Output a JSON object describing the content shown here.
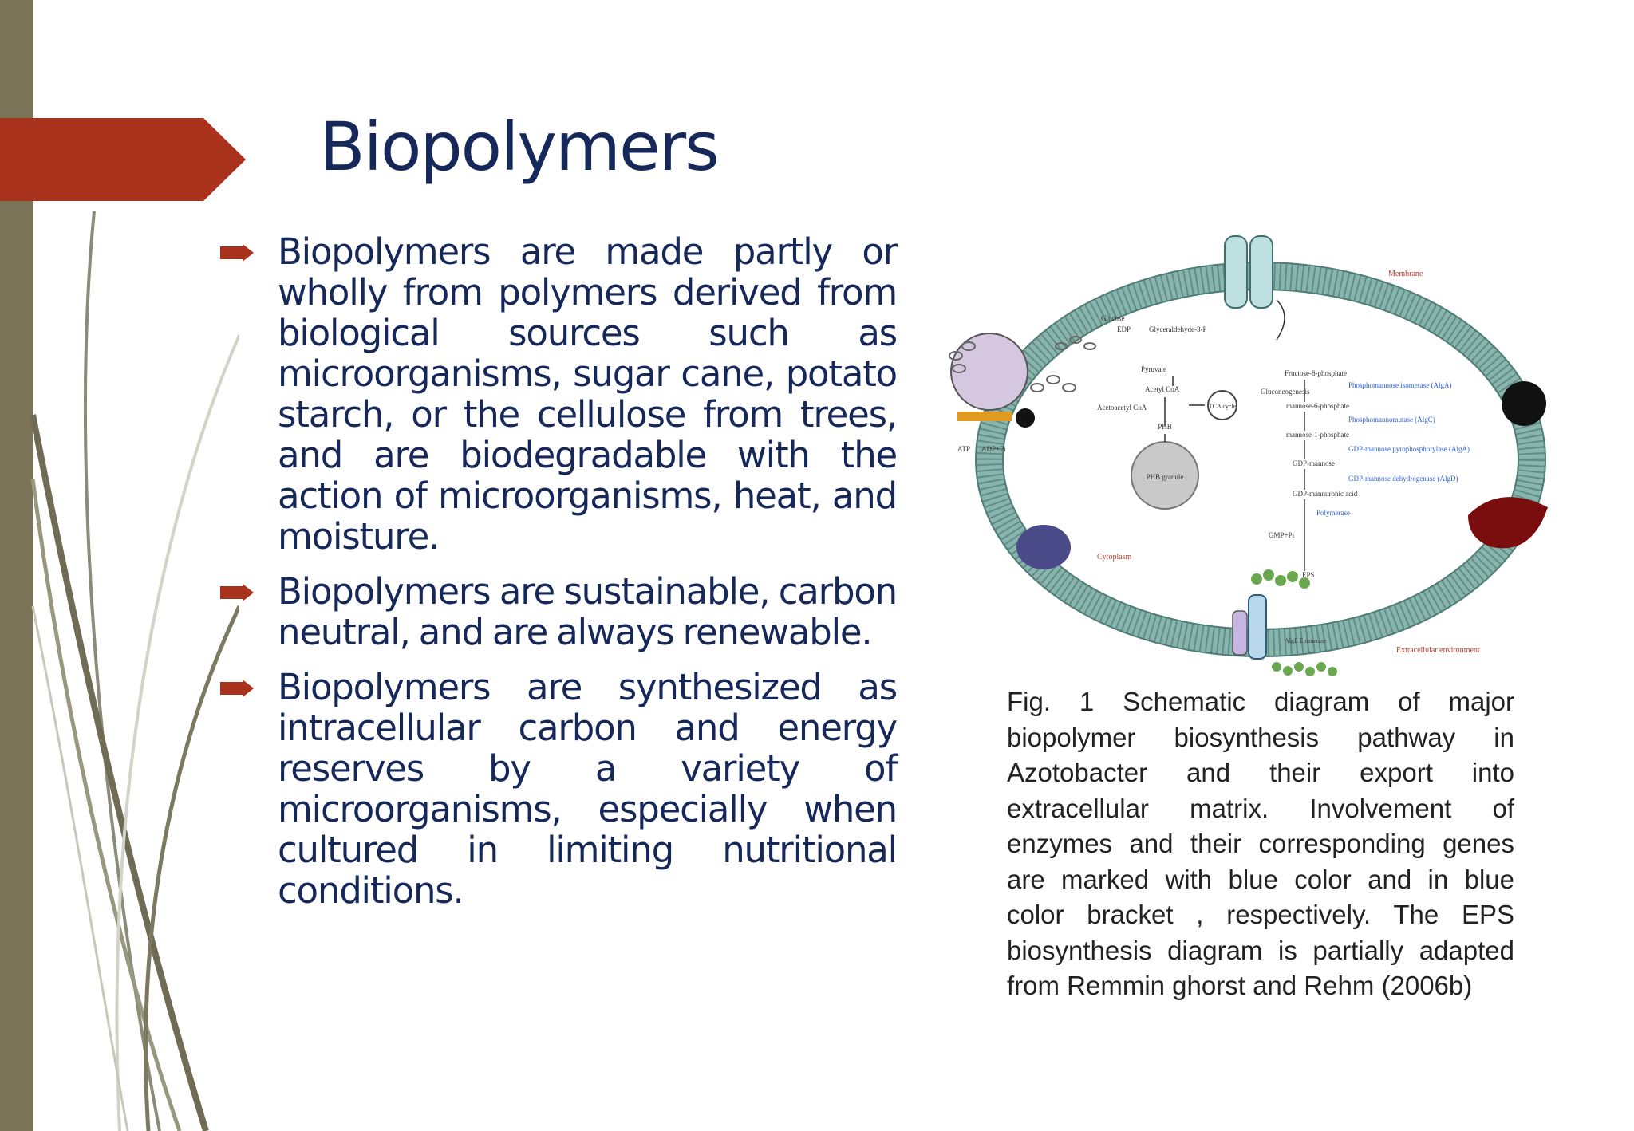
{
  "slide": {
    "title": "Biopolymers",
    "bullets": [
      {
        "text": "Biopolymers are made partly or wholly from polymers derived from biological sources such as microorganisms, sugar cane, potato starch, or the cellulose from trees, and are biodegradable with the action of microorganisms, heat, and moisture."
      },
      {
        "text": "Biopolymers are sustainable, carbon neutral, and are always renewable."
      },
      {
        "text": "Biopolymers are synthesized as intracellular carbon and energy reserves by a variety of microorganisms, especially when cultured in limiting nutritional conditions."
      }
    ],
    "figure": {
      "caption": "Fig. 1 Schematic diagram of major biopolymer biosynthesis pathway in Azotobacter and their export into extracellular matrix. Involvement of enzymes and their corresponding genes are marked with blue color and in blue color bracket , respectively. The EPS biosynthesis diagram is partially adapted from Remmin ghorst and Rehm (2006b)",
      "labels": {
        "cytoplasm": "Cytoplasm",
        "extracellular": "Extracellular environment",
        "membrane": "Membrane",
        "phb_granule": "PHB granule",
        "phb": "PHB",
        "tca": "TCA cycle",
        "eps": "EPS",
        "atp": "ATP",
        "adp": "ADP+Pi",
        "acetyl_coa": "Acetyl CoA",
        "acetoacetyl_coa": "Acetoacetyl CoA",
        "pyruvate": "Pyruvate",
        "glyceraldehyde": "Glyceraldehyde-3-P",
        "glucose": "Glucose",
        "edp": "EDP",
        "gluconeogenesis": "Gluconeogenesis",
        "fructose6p": "Fructose-6-phosphate",
        "mannose6p": "mannose-6-phosphate",
        "mannose1p": "mannose-1-phosphate",
        "gdp_mannose": "GDP-mannose",
        "gdp_mannuronic": "GDP-mannuronic acid",
        "enzyme_alga": "Phosphomannose isomerase (AlgA)",
        "enzyme_algc": "Phosphomannomutase (AlgC)",
        "enzyme_alga2": "GDP-mannose pyrophosphorylase (AlgA)",
        "enzyme_algd": "GDP-mannose dehydrogenase (AlgD)",
        "polymerase": "Polymerase",
        "gmp": "GMP+Pi",
        "alg_epimerase": "AlgE Epimerase"
      }
    },
    "colors": {
      "title": "#16285a",
      "body": "#16285a",
      "accent_arrow": "#a8321c",
      "left_bar": "#7a7358",
      "membrane": "#8ab5ae",
      "enzyme_blue": "#2b5fd0",
      "extracellular_red": "#c0392b"
    }
  }
}
